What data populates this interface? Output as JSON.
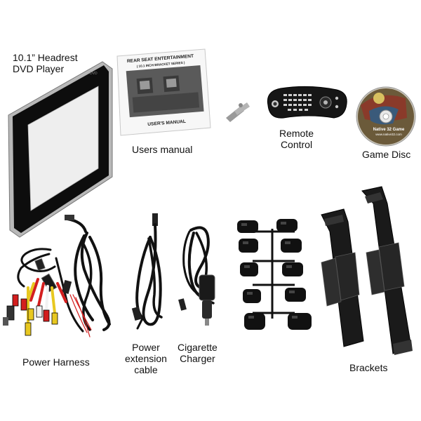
{
  "captions": {
    "player": [
      "10.1” Headrest",
      "DVD Player"
    ],
    "manual": "Users manual",
    "remote": [
      "Remote",
      "Control"
    ],
    "disc": "Game Disc",
    "harness": "Power Harness",
    "extension": [
      "Power",
      "extension",
      "cable"
    ],
    "charger": [
      "Cigarette",
      "Charger"
    ],
    "brackets": "Brackets"
  },
  "manual_cover": {
    "line1": "REAR SEAT ENTERTAINMENT",
    "line2": "( 10.1  INCH BRACKET SERIES )",
    "bottom": "USER'S MANUAL"
  },
  "disc_label": {
    "line1": "Native 32 Game",
    "line2": "www.native32.com"
  },
  "player_badge": "DVD",
  "colors": {
    "background": "#ffffff",
    "player_bezel": "#0d0d0d",
    "player_frame": "#b8b8b8",
    "screen": "#eeeeee",
    "brackets": "#1a1a1a",
    "rca_red": "#d31e1e",
    "rca_yellow": "#e8c820",
    "rca_white": "#f2f2f2"
  }
}
